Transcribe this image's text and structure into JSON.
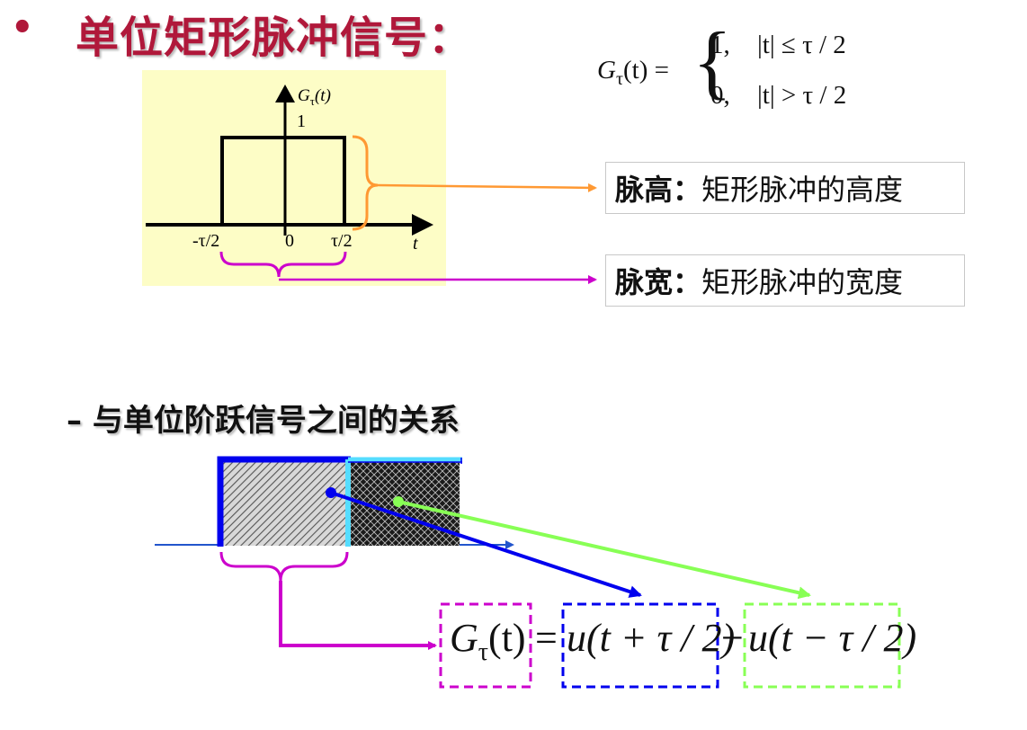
{
  "title": {
    "bullet": "•",
    "text": "单位矩形脉冲信号："
  },
  "definition": {
    "lhs": "G",
    "lhs_sub": "τ",
    "lhs_arg": "(t) =",
    "case1_value": "1,",
    "case1_cond": "|t| ≤ τ / 2",
    "case2_value": "0,",
    "case2_cond": "|t| > τ / 2"
  },
  "plot": {
    "ylabel": "G",
    "ylabel_sub": "τ",
    "ylabel_arg": "(t)",
    "y_tick": "1",
    "x_ticks": [
      "-τ/2",
      "0",
      "τ/2"
    ],
    "xlabel": "t"
  },
  "pulse_height": {
    "term": "脉高",
    "sep": "：",
    "desc": "矩形脉冲的高度"
  },
  "pulse_width": {
    "term": "脉宽",
    "sep": "：",
    "desc": "矩形脉冲的宽度"
  },
  "subheading": "– 与单位阶跃信号之间的关系",
  "relation": {
    "lhs": "G",
    "lhs_sub": "τ",
    "lhs_arg": "(t)",
    "equals": "=",
    "term1": "u(t + τ / 2)",
    "minus": "−",
    "term2": "u(t − τ / 2)"
  },
  "colors": {
    "title_red": "#b0183a",
    "orange": "#ff9933",
    "magenta": "#cc00cc",
    "blue": "#0000ee",
    "cyan": "#55ddff",
    "light_green": "#88ff55",
    "plot_bg": "#fdfdc6"
  }
}
